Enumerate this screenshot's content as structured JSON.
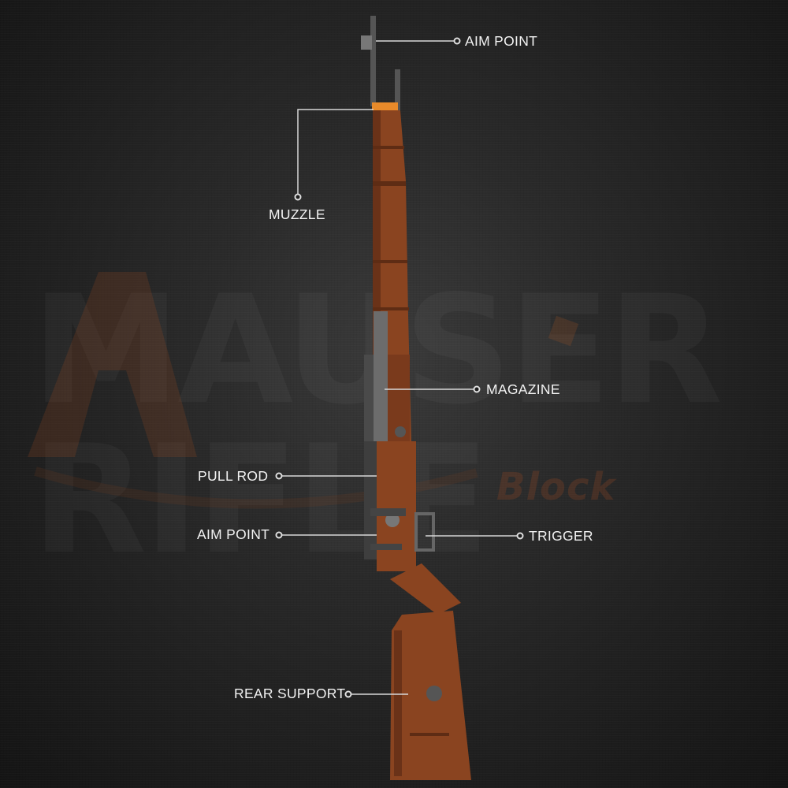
{
  "watermark": {
    "main_text": "MAUSER RIFLE",
    "sub_text": "Block"
  },
  "callouts": [
    {
      "id": "aim-point-top",
      "label": "AIM POINT"
    },
    {
      "id": "muzzle",
      "label": "MUZZLE"
    },
    {
      "id": "magazine",
      "label": "MAGAZINE"
    },
    {
      "id": "pull-rod",
      "label": "PULL ROD"
    },
    {
      "id": "aim-point-bottom",
      "label": "AIM POINT"
    },
    {
      "id": "trigger",
      "label": "TRIGGER"
    },
    {
      "id": "rear-support",
      "label": "REAR SUPPORT"
    }
  ],
  "colors": {
    "wood": "#8a4420",
    "wood_dark": "#5e2c14",
    "metal": "#6c6c6c",
    "metal_dark": "#3e3e3e",
    "muzzle_cap": "#e88a2a",
    "callout_line": "#d8d8d8",
    "label": "#f2f2f2"
  }
}
